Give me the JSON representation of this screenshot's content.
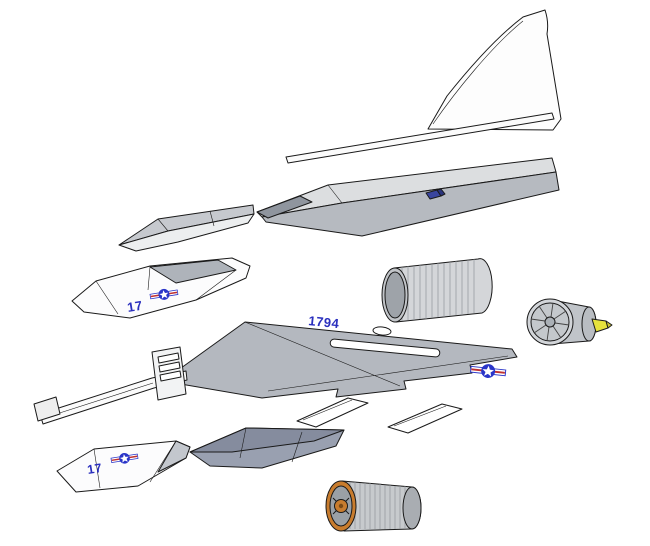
{
  "page": {
    "background": "#ffffff"
  },
  "diagram": {
    "type": "exploded-assembly-diagram",
    "subject": "model-jet-exploded-view",
    "markings": {
      "wing_number": "1794",
      "canopy_number": "17",
      "bottom_hull_number": "17"
    },
    "colors": {
      "outline": "#1a1a1a",
      "marking_blue": "#2a2fbe",
      "insignia_blue": "#2a35c8",
      "insignia_red": "#c03030",
      "light_gray": "#d8dadd",
      "mid_gray": "#b4b8bf",
      "slate_gray": "#99a0b0",
      "accent_yellow": "#e6e23c",
      "accent_orange": "#c87c2e"
    },
    "parts": [
      "vertical-stabilizer",
      "spar-rod",
      "fuselage-top-deck",
      "nose-section",
      "canopy-hull-top",
      "fan-duct-housing",
      "ducted-fan-unit",
      "main-wing",
      "tail-boom-assembly",
      "rear-bottom-hull",
      "front-bottom-hull",
      "small-fin-left",
      "small-fin-right",
      "brushless-motor"
    ]
  }
}
